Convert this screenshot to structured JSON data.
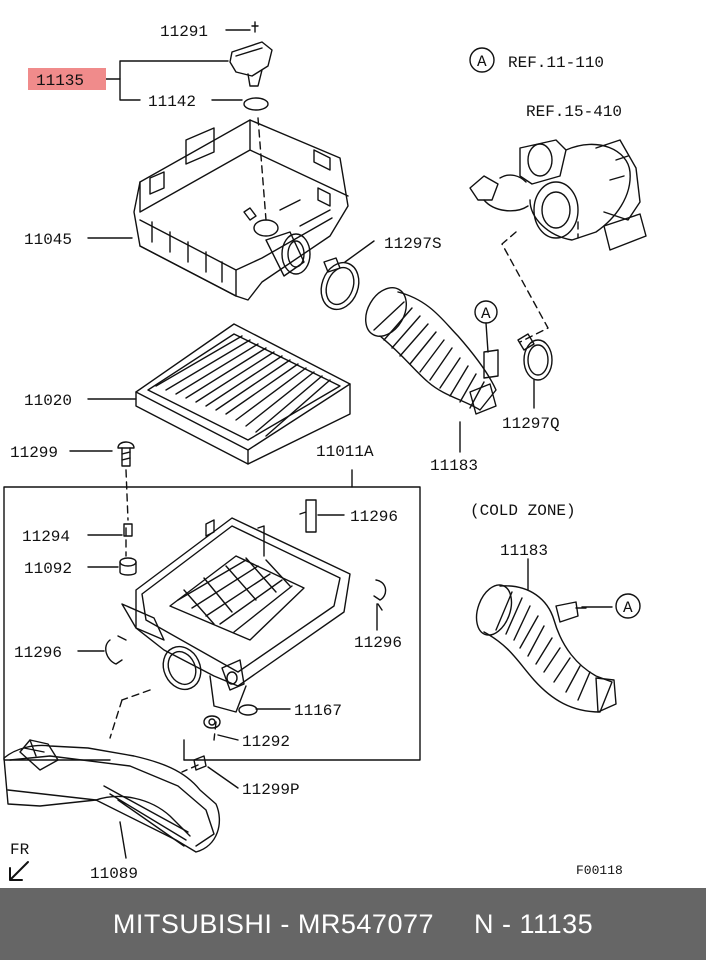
{
  "parts": {
    "p11291": "11291",
    "p11135": "11135",
    "p11142": "11142",
    "p11045": "11045",
    "p11297S": "11297S",
    "p11020": "11020",
    "p11183a": "11183",
    "p11297Q": "11297Q",
    "p11299": "11299",
    "p11011A": "11011A",
    "p11294": "11294",
    "p11092": "11092",
    "p11296a": "11296",
    "p11296b": "11296",
    "p11296c": "11296",
    "p11167": "11167",
    "p11292": "11292",
    "p11299P": "11299P",
    "p11089": "11089",
    "p11183b": "11183"
  },
  "refs": {
    "refA_circle": "A",
    "refA_text": "REF.11-110",
    "ref15": "REF.15-410",
    "markerA1": "A",
    "markerA2": "A",
    "cold_zone": "(COLD ZONE)"
  },
  "fr_label": "FR",
  "figure_code": "F00118",
  "footer": {
    "brand": "MITSUBISHI",
    "sep": "-",
    "part_number": "MR547077",
    "ref_prefix": "N",
    "ref_sep": "-",
    "ref_number": "11135"
  },
  "colors": {
    "highlight": "#f08b8b",
    "footer_bg": "#666666"
  }
}
